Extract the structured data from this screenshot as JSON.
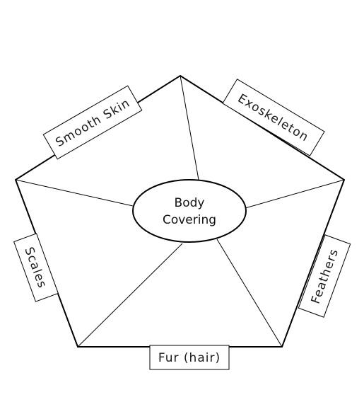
{
  "center": {
    "line1": "Body",
    "line2": "Covering"
  },
  "labels": {
    "smooth_skin": "Smooth Skin",
    "exoskeleton": "Exoskeleton",
    "scales": "Scales",
    "feathers": "Feathers",
    "fur": "Fur (hair)"
  }
}
